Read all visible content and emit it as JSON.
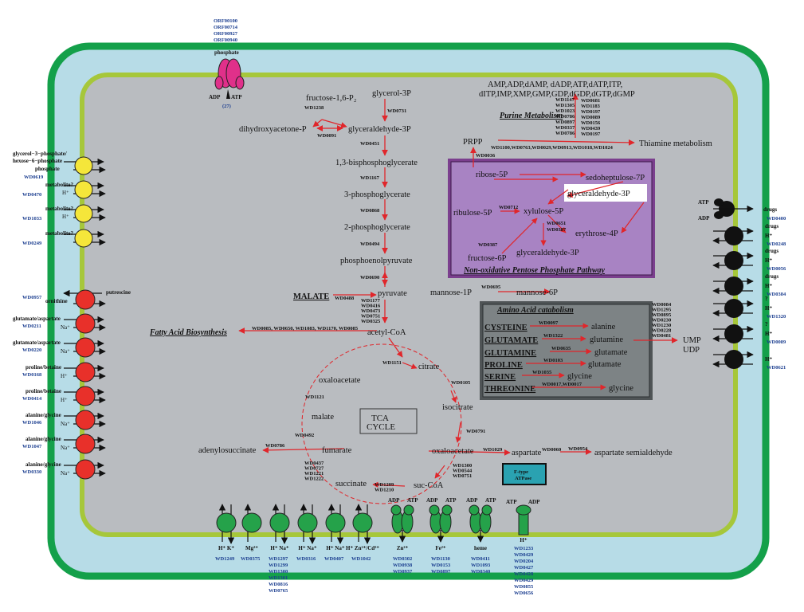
{
  "cell": {
    "membrane_outer_color": "#14a04a",
    "membrane_inner_color": "#a6c73a",
    "periplasm_color": "#b7dce7",
    "cytoplasm_color": "#b9bcc0"
  },
  "glycolysis": {
    "glycerol3p": "glycerol-3P",
    "fructose16p2": "fructose-1,6-P₂",
    "dhap": "dihydroxyacetone-P",
    "g3p": "glyceraldehyde-3P",
    "bpg": "1,3-bisphosphoglycerate",
    "pg3": "3-phosphoglycerate",
    "pg2": "2-phosphoglycerate",
    "pep": "phosphoenolpyruvate",
    "pyruvate": "pyruvate",
    "acetylcoa": "acetyl-CoA",
    "malate_in": "MALATE",
    "genes": {
      "wd1238": "WD1238",
      "wd0731": "WD0731",
      "wd0091": "WD0091",
      "wd0451": "WD0451",
      "wd1167": "WD1167",
      "wd0868": "WD0868",
      "wd0494": "WD0494",
      "wd0690": "WD0690",
      "wd0488": "WD0488",
      "pdh": "WD1177\nWD0416\nWD0473\nWD0751\nWD0325",
      "fab": "WD0085, WD0650, WD1083, WD1170, WD0085"
    }
  },
  "fatty_acid": "Fatty Acid Biosynthesis",
  "tca": {
    "title1": "TCA",
    "title2": "CYCLE",
    "citrate": "citrate",
    "isocitrate": "isocitrate",
    "oxaloacetate_top": "oxaloacetate",
    "malate": "malate",
    "fumarate": "fumarate",
    "succinate": "succinate",
    "succoa": "suc-CoA",
    "oxaloacetate_out": "oxaloacetate",
    "aspartate": "aspartate",
    "asp_semi": "aspartate semialdehyde",
    "adenylosuccinate": "adenylosuccinate",
    "genes": {
      "wd1151": "WD1151",
      "wd0105": "WD0105",
      "wd0791": "WD0791",
      "wd1121": "WD1121",
      "wd0492": "WD0492",
      "wd0786": "WD0786",
      "sdh": "WD0437\nWD0727\nWD1221\nWD1222",
      "scs": "WD1209\nWD1210",
      "kgd": "WD1300\nWD0544\nWD0751",
      "wd1029": "WD1029",
      "wd0060": "WD0060",
      "wd0954": "WD0954"
    }
  },
  "purine": {
    "title": "Purine Metabolism",
    "products1": "AMP,ADP,dAMP, dADP,ATP,dATP,ITP,",
    "products2": "dITP,IMP,XMP,GMP,GDP,dGDP,dGTP,dGMP",
    "prpp": "PRPP",
    "thiamine": "Thiamine metabolism",
    "genes": {
      "col1": "WD1147\nWD1305\nWD1023\nWD0786\nWD0897\nWD0337\nWD0786",
      "col2": "WD0681\nWD1183\nWD0197\nWD0089\nWD0156\nWD0439\nWD0197",
      "row": "WD1100,WD0763,WD0029,WD0913,WD1018,WD1024",
      "wd0036": "WD0036"
    }
  },
  "ppp": {
    "title": "Non-oxidative Pentose Phosphate Pathway",
    "ribose5p": "ribose-5P",
    "sedo7p": "sedoheptulose-7P",
    "g3p": "glyceraldehyde-3P",
    "ribulose5p": "ribulose-5P",
    "xylulose5p": "xylulose-5P",
    "erythrose4p": "erythrose-4P",
    "fructose6p": "fructose-6P",
    "g3p_out": "glyceraldehyde-3P",
    "genes": {
      "wd0712": "WD0712",
      "wd0651": "WD0651",
      "wd0387a": "WD0387",
      "wd0387b": "WD0387"
    }
  },
  "mannose": {
    "m1p": "mannose-1P",
    "m6p": "mannose-6P",
    "gene": "WD0695"
  },
  "amino_acid": {
    "title": "Amino Acid catabolism",
    "rows": [
      {
        "src": "CYSTEINE",
        "gene": "WD0097",
        "dst": "alanine"
      },
      {
        "src": "GLUTAMATE",
        "gene": "WD1322",
        "dst": "glutamine"
      },
      {
        "src": "GLUTAMINE",
        "gene": "WD0635",
        "dst": "glutamate"
      },
      {
        "src": "PROLINE",
        "gene": "WD0103",
        "dst": "glutamate"
      },
      {
        "src": "SERINE",
        "gene": "WD1035",
        "dst": "glycine"
      },
      {
        "src": "THREONINE",
        "gene": "WD0017,WD0017",
        "dst": "glycine"
      }
    ],
    "side_genes": "WD0084\nWD1295\nWD0895\nWD0230\nWD1230\nWD0228\nWD0481",
    "ump": "UMP",
    "udp": "UDP"
  },
  "atpase": {
    "l1": "F-type",
    "l2": "ATPase"
  },
  "phosphate": {
    "label": "phosphate",
    "genes": "ORF00100\nORF00714\nORF00927\nORF00940",
    "adp": "ADP",
    "atp": "ATP",
    "count": "(27)"
  },
  "left_yellow": [
    {
      "label": "glycerol−3−phosphate/",
      "label2": "hexose−6−phosphate",
      "label3": "phosphate",
      "gene": "WD0619"
    },
    {
      "label": "metabolite?",
      "ion": "H⁺",
      "gene": "WD0470"
    },
    {
      "label": "metabolite?",
      "ion": "H⁺",
      "gene": "WD1033"
    },
    {
      "label": "metabolite?",
      "gene": "WD0249"
    }
  ],
  "left_red": [
    {
      "label": "putrescine",
      "label2": "ornithine",
      "gene": "WD0957"
    },
    {
      "label": "glutamate/aspartate",
      "ion": "Na⁺",
      "gene": "WD0211"
    },
    {
      "label": "glutamate/aspartate",
      "ion": "Na⁺",
      "gene": "WD0220"
    },
    {
      "label": "proline/betaine",
      "ion": "H⁺",
      "gene": "WD0168"
    },
    {
      "label": "proline/betaine",
      "ion": "H⁺",
      "gene": "WD0414"
    },
    {
      "label": "alanine/glycine",
      "ion": "Na⁺",
      "gene": "WD1046"
    },
    {
      "label": "alanine/glycine",
      "ion": "Na⁺",
      "gene": "WD1047"
    },
    {
      "label": "alanine/glycine",
      "ion": "Na⁺",
      "gene": "WD0330"
    }
  ],
  "right_black": [
    {
      "label": "drugs",
      "atp": "ATP",
      "adp": "ADP",
      "gene": "WD0400"
    },
    {
      "label": "H⁺",
      "label2": "drugs",
      "gene": "WD0248"
    },
    {
      "label": "H⁺",
      "label2": "drugs",
      "gene": "WD0056"
    },
    {
      "label": "H⁺",
      "label2": "drugs",
      "gene": "WD0384"
    },
    {
      "label": "H⁺",
      "label2": "?",
      "gene": "WD1320"
    },
    {
      "label": "H⁺",
      "label2": "?",
      "gene": "WD0089"
    },
    {
      "label": "H⁺",
      "gene": "WD0621"
    }
  ],
  "bottom": [
    {
      "ions": "H⁺ K⁺",
      "genes": "WD1249"
    },
    {
      "ions": "Mg²⁺",
      "genes": "WD0375"
    },
    {
      "ions": "H⁺ Na⁺",
      "genes": "WD1297\nWD1299\nWD1300\nWD1301\nWD0816\nWD0765"
    },
    {
      "ions": "H⁺ Na⁺",
      "genes": "WD0316"
    },
    {
      "ions": "H⁺ Na⁺",
      "genes": "WD0407"
    },
    {
      "ions": "H⁺ Zn²⁺/Cd²⁺",
      "genes": "WD1042"
    },
    {
      "ions": "Zn²⁺",
      "adp": "ADP",
      "atp": "ATP",
      "genes": "WD0302\nWD0938\nWD0937"
    },
    {
      "ions": "Fe²⁺",
      "adp": "ADP",
      "atp": "ATP",
      "genes": "WD1130\nWD0153\nWD0897"
    },
    {
      "ions": "heme",
      "adp": "ADP",
      "atp": "ATP",
      "genes": "WD0411\nWD1093\nWD0340"
    },
    {
      "ions": "H⁺",
      "atp": "ATP",
      "adp": "ADP",
      "genes": "WD1233\nWD0429\nWD0204\nWD0427\nWD0428\nWD0429\nWD0855\nWD0656"
    }
  ]
}
